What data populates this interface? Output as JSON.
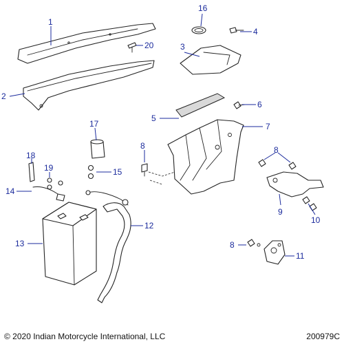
{
  "callouts": {
    "c1": "1",
    "c2": "2",
    "c3": "3",
    "c4": "4",
    "c5": "5",
    "c6": "6",
    "c7": "7",
    "c8a": "8",
    "c8b": "8",
    "c8c": "8",
    "c9": "9",
    "c10": "10",
    "c11": "11",
    "c12": "12",
    "c13": "13",
    "c14": "14",
    "c15": "15",
    "c16": "16",
    "c17": "17",
    "c18": "18",
    "c19": "19",
    "c20": "20"
  },
  "footer": {
    "copyright": "© 2020 Indian Motorcycle International, LLC",
    "figure_id": "200979C"
  }
}
